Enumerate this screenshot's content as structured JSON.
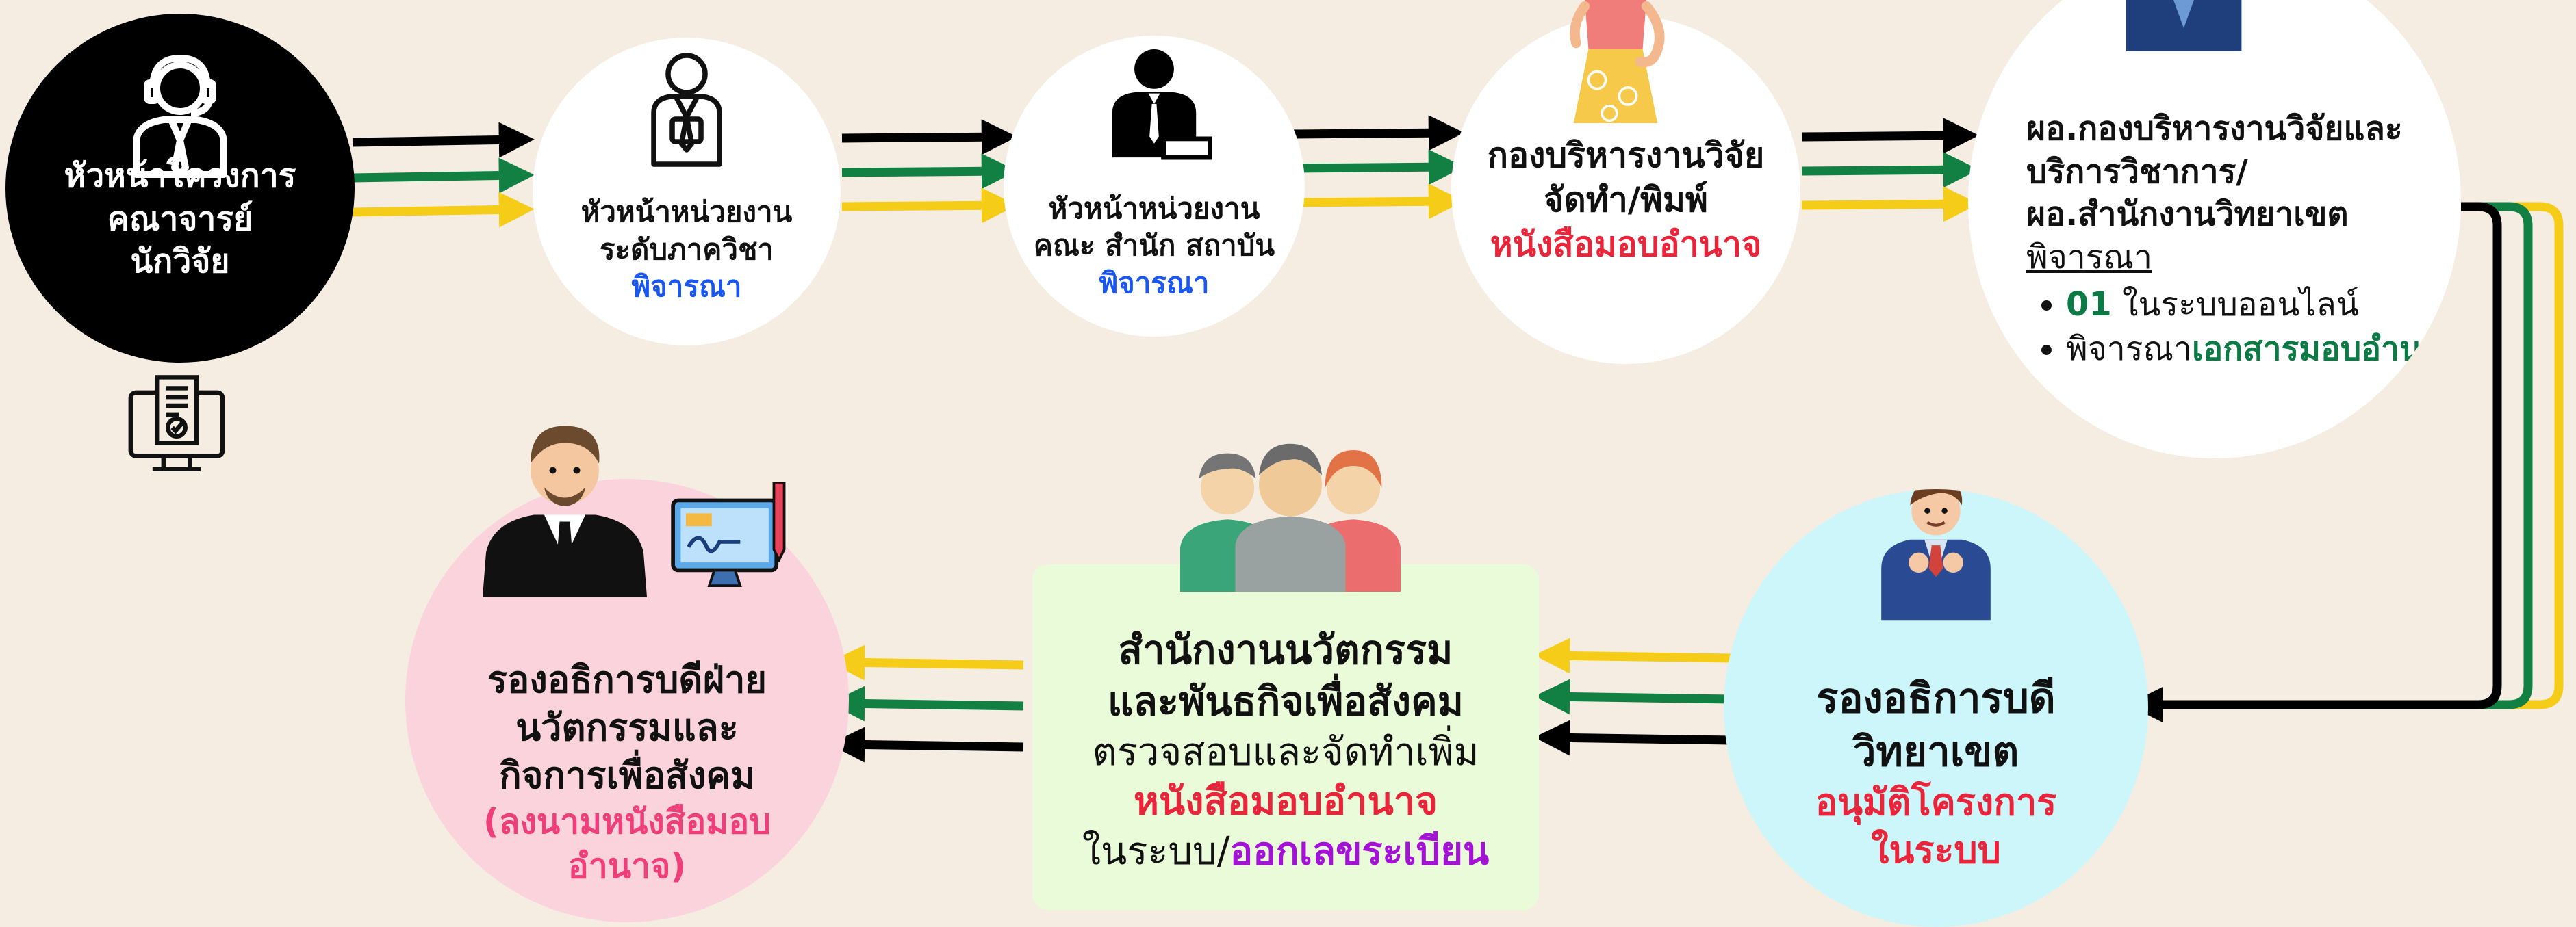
{
  "nodes": {
    "lead": {
      "lines": [
        "หัวหน้าโครงการ",
        "คณาจารย์",
        "นักวิจัย"
      ]
    },
    "dept": {
      "lines": [
        "หัวหน้าหน่วยงาน",
        "ระดับภาควิชา"
      ],
      "action": "พิจารณา"
    },
    "faculty": {
      "lines": [
        "หัวหน้าหน่วยงาน",
        "คณะ สำนัก สถาบัน"
      ],
      "action": "พิจารณา"
    },
    "research_div": {
      "lines": [
        "กองบริหารงานวิจัย",
        "จัดทำ/พิมพ์"
      ],
      "action": "หนังสือมอบอำนาจ"
    },
    "director": {
      "lines": [
        "ผอ.กองบริหารงานวิจัยและ",
        "บริการวิชาการ/",
        "ผอ.สำนักงานวิทยาเขต"
      ],
      "action": "พิจารณา",
      "bullet1": {
        "code": "01",
        "text": " ในระบบออนไลน์"
      },
      "bullet2": {
        "pre": "พิจารณา",
        "emph": "เอกสารมอบอำนาจ"
      }
    },
    "vp_campus": {
      "lines": [
        "รองอธิการบดี",
        "วิทยาเขต"
      ],
      "action_lines": [
        "อนุมัติโครงการ",
        "ในระบบ"
      ]
    },
    "innovation_office": {
      "line1": "สำนักงานนวัตกรรม",
      "line2": "และพันธกิจเพื่อสังคม",
      "line3": "ตรวจสอบและจัดทำเพิ่ม",
      "line4": "หนังสือมอบอำนาจ",
      "line5_pre": "ในระบบ/",
      "line5_emph": "ออกเลขระเบียน"
    },
    "vp_innovation": {
      "lines": [
        "รองอธิการบดีฝ่าย",
        "นวัตกรรมและ",
        "กิจการเพื่อสังคม"
      ],
      "action_lines": [
        "(ลงนามหนังสือมอบ",
        "อำนาจ)"
      ]
    }
  },
  "colors": {
    "background": "#f5ede2",
    "arrow_black": "#000000",
    "arrow_green": "#138043",
    "arrow_yellow": "#f5cc18",
    "accent_blue": "#1a56f0",
    "accent_red": "#e8253a",
    "accent_green": "#0c7a45",
    "accent_purple": "#a312d6"
  },
  "icons": [
    "headset-person-icon",
    "document-monitor-icon",
    "office-worker-icon",
    "speaker-at-podium-icon",
    "woman-figure-icon",
    "man-in-suit-icon",
    "businessman-icon",
    "signature-monitor-icon",
    "group-of-people-icon",
    "man-adjusting-tie-icon"
  ]
}
